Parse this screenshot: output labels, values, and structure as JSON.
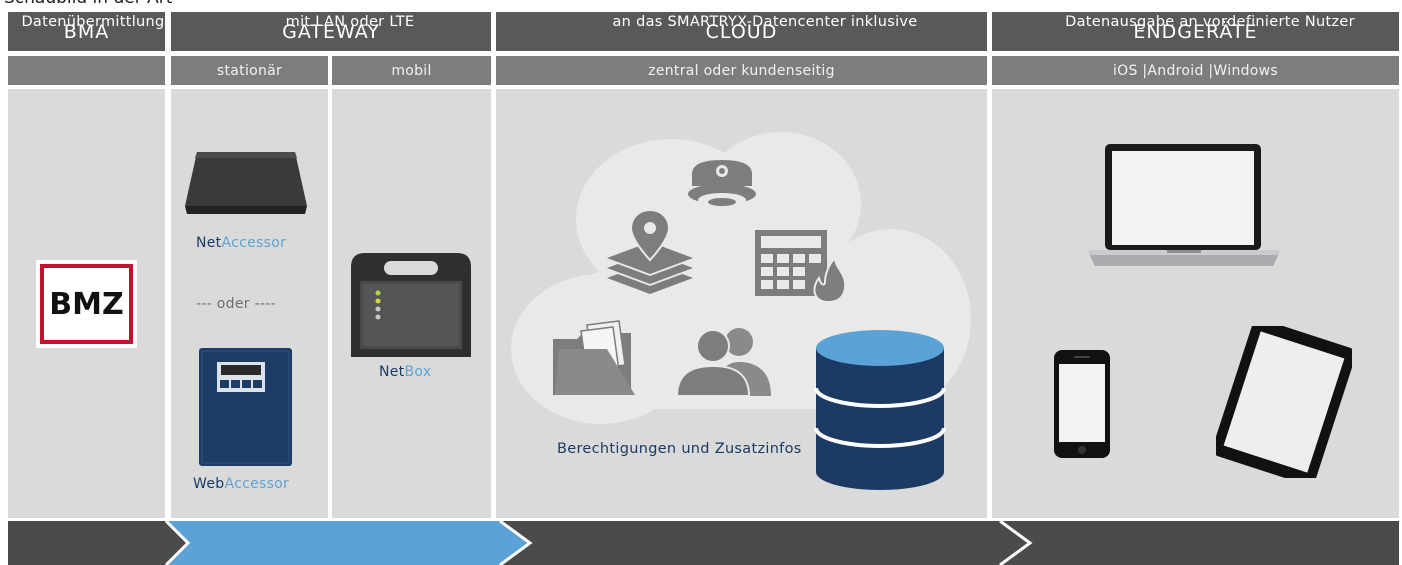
{
  "caption": "Schaubild in der Art",
  "headers": {
    "bma": "BMA",
    "gateway": "GATEWAY",
    "cloud": "CLOUD",
    "endgeraete": "ENDGERÄTE"
  },
  "subheaders": {
    "stationaer": "stationär",
    "mobil": "mobil",
    "cloud": "zentral oder kundenseitig",
    "endgeraete": "iOS |Android |Windows"
  },
  "bma_logo": "BMZ",
  "gateway": {
    "net_accessor_part1": "Net",
    "net_accessor_part2": "Accessor",
    "oder": "--- oder ----",
    "web_accessor_part1": "Web",
    "web_accessor_part2": "Accessor",
    "netbox_part1": "Net",
    "netbox_part2": "Box"
  },
  "cloud": {
    "caption": "Berechtigungen und Zusatzinfos",
    "icons": [
      "camera-icon",
      "map-layers-icon",
      "fire-panel-icon",
      "folder-icon",
      "users-icon",
      "database-icon"
    ]
  },
  "devices": [
    "laptop-icon",
    "smartphone-icon",
    "tablet-icon"
  ],
  "footer": {
    "step1": "Datenübermittlung",
    "step2": "mit LAN oder LTE",
    "step3": "an das SMARTRYX-Datencenter inklusive",
    "step4": "Datenausgabe an vordefinierte Nutzer"
  },
  "colors": {
    "header": "#595959",
    "subheader": "#7d7d7d",
    "panel": "#dadada",
    "footer": "#4b4b4b",
    "highlight": "#5ba3d6",
    "dark_blue": "#1a3b63",
    "light_blue": "#5fa3cf",
    "bmz_red": "#c8102e"
  }
}
